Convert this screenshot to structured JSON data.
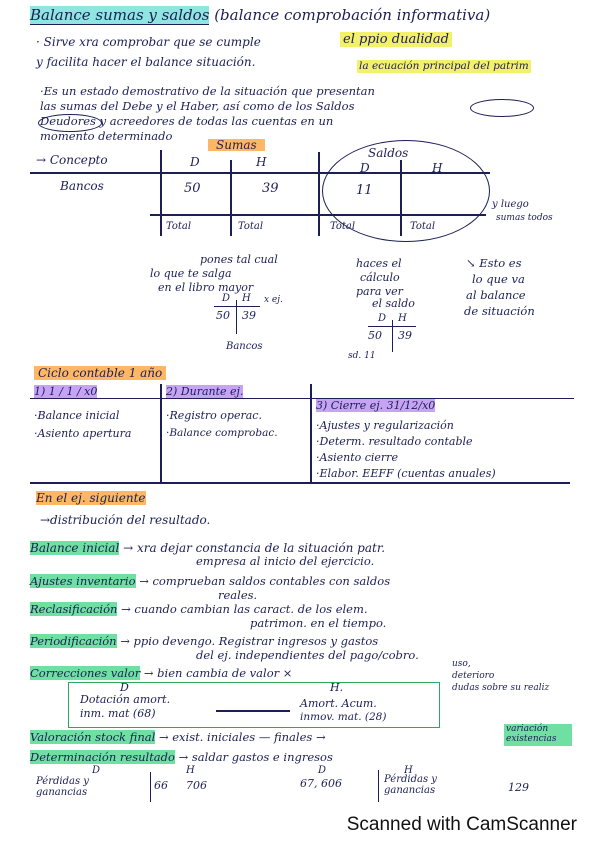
{
  "header": {
    "title": "Balance sumas y saldos",
    "title_note": "(balance comprobación informativa)"
  },
  "intro": {
    "line1": "· Sirve xra comprobar que se cumple",
    "hl1": "el ppio dualidad",
    "line2": "y facilita hacer el balance situación.",
    "hl2": "la ecuación principal del patrim",
    "def1": "·Es un estado demostrativo de la situación que presentan",
    "def2": "las sumas del Debe y el Haber, así como de los Saldos",
    "def3": "Deudores y acreedores de todas las cuentas en un",
    "def4": "momento determinado"
  },
  "table": {
    "sumas_label": "Sumas",
    "saldos_label": "Saldos",
    "concepto": "→ Concepto",
    "d": "D",
    "h": "H",
    "bancos": "Bancos",
    "val_d": "50",
    "val_h": "39",
    "val_saldo": "11",
    "total1": "Total",
    "total2": "Total",
    "total3": "Total",
    "total4": "Total",
    "luego": "y luego",
    "sumas_todos": "sumas todos"
  },
  "notes": {
    "pones1": "pones tal cual",
    "pones2": "lo que te salga",
    "pones3": "en el libro mayor",
    "ej": "x ej.",
    "haces1": "haces el",
    "haces2": "cálculo",
    "haces3": "para ver",
    "haces4": "el saldo",
    "esto1": "↘ Esto es",
    "esto2": "lo que va",
    "esto3": "al balance",
    "esto4": "de situación",
    "t_d": "D",
    "t_h": "H",
    "t_50": "50",
    "t_39": "39",
    "t_bancos": "Bancos",
    "t2_d": "D",
    "t2_h": "H",
    "t2_50": "50",
    "t2_39": "39",
    "sd": "sd. 11"
  },
  "ciclo": {
    "title": "Ciclo contable 1 año",
    "c1_head": "1) 1 / 1 / x0",
    "c1_a": "·Balance inicial",
    "c1_b": "·Asiento apertura",
    "c2_head": "2) Durante ej.",
    "c2_a": "·Registro operac.",
    "c2_b": "·Balance comprobac.",
    "c3_head": "3) Cierre ej. 31/12/x0",
    "c3_a": "·Ajustes y regularización",
    "c3_b": "·Determ. resultado contable",
    "c3_c": "·Asiento cierre",
    "c3_d": "·Elabor. EEFF (cuentas anuales)"
  },
  "siguiente": {
    "title": "En el ej. siguiente",
    "dist": "→distribución del resultado.",
    "bi_label": "Balance inicial",
    "bi_text1": "→ xra dejar constancia de la situación patr.",
    "bi_text2": "empresa al inicio del ejercicio.",
    "aj_label": "Ajustes inventario",
    "aj_text1": "→ comprueban saldos contables con saldos",
    "aj_text2": "reales.",
    "re_label": "Reclasificación",
    "re_text1": "→ cuando cambian las caract. de los elem.",
    "re_text2": "patrimon. en el tiempo.",
    "pe_label": "Periodificación",
    "pe_text1": "→ ppio devengo. Registrar ingresos y gastos",
    "pe_text2": "del ej. independientes del pago/cobro.",
    "co_label": "Correcciones valor",
    "co_text": "→ bien cambia de valor ×",
    "co_r1": "uso,",
    "co_r2": "deterioro",
    "co_r3": "dudas sobre su realiz",
    "box_d": "D",
    "box_h": "H.",
    "box_left1": "Dotación amort.",
    "box_left2": "inm. mat (68)",
    "box_right1": "Amort. Acum.",
    "box_right2": "inmov. mat. (28)",
    "vs_label": "Valoración stock final",
    "vs_text": "→ exist. iniciales — finales →",
    "vs_hl": "variación existencias",
    "dr_label": "Determinación resultado",
    "dr_text": "→ saldar gastos e ingresos",
    "dr_d": "D",
    "dr_h": "H",
    "dr_left": "Pérdidas y ganancias",
    "dr_v1": "66",
    "dr_v2": "706",
    "dr_v3": "67, 606",
    "dr_right": "Pérdidas y ganancias",
    "dr_v4": "129"
  },
  "footer": {
    "scanner": "Scanned with CamScanner"
  }
}
